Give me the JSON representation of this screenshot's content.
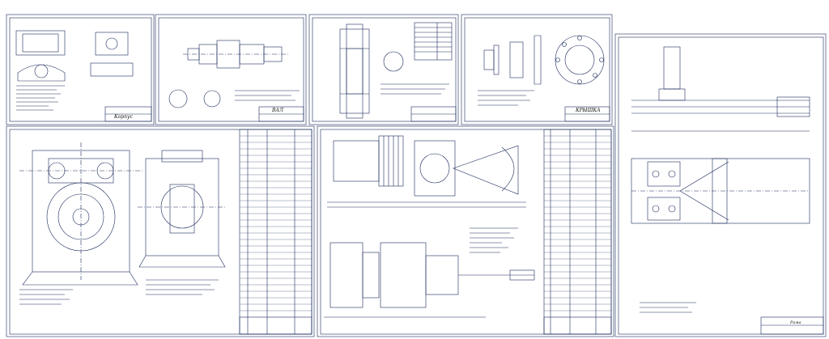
{
  "sheets": {
    "korpus": {
      "title": "Корпус"
    },
    "val": {
      "title": "ВАЛ"
    },
    "kryshka": {
      "title": "КРЫШКА"
    },
    "rama": {
      "title": "Рама"
    }
  },
  "colors": {
    "background": "#ffffff",
    "lines": "#1a2a5a",
    "frame": "#000000"
  }
}
